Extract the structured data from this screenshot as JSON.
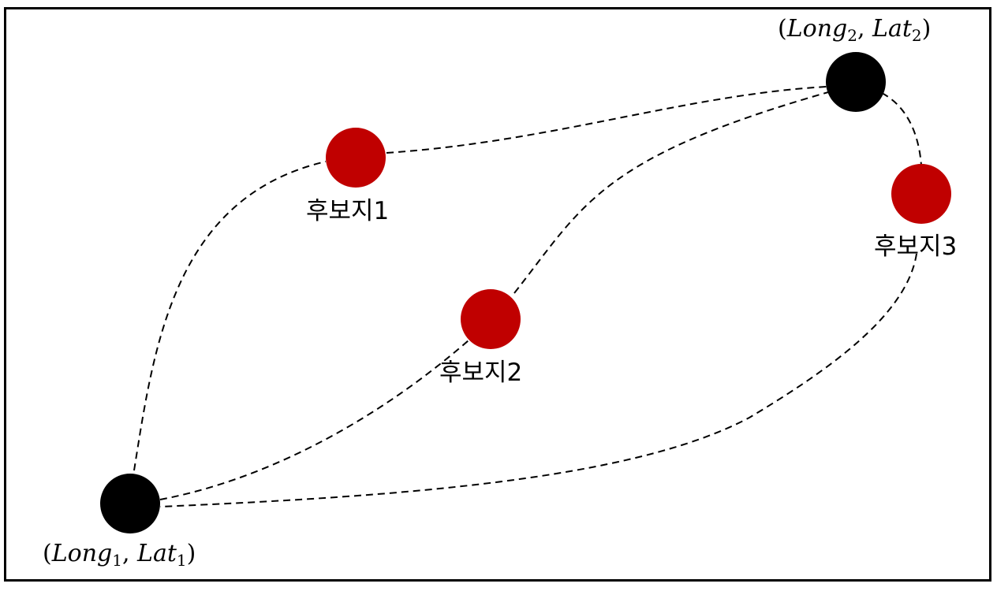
{
  "colors": {
    "endpoint": "#000000",
    "candidate": "#c00000",
    "route": "#000000",
    "border": "#000000"
  },
  "endpoints": {
    "start": {
      "var_a": "Long",
      "sub_a": "1",
      "var_b": "Lat",
      "sub_b": "1"
    },
    "end": {
      "var_a": "Long",
      "sub_a": "2",
      "var_b": "Lat",
      "sub_b": "2"
    }
  },
  "candidates": [
    {
      "label": "후보지1"
    },
    {
      "label": "후보지2"
    },
    {
      "label": "후보지3"
    }
  ]
}
